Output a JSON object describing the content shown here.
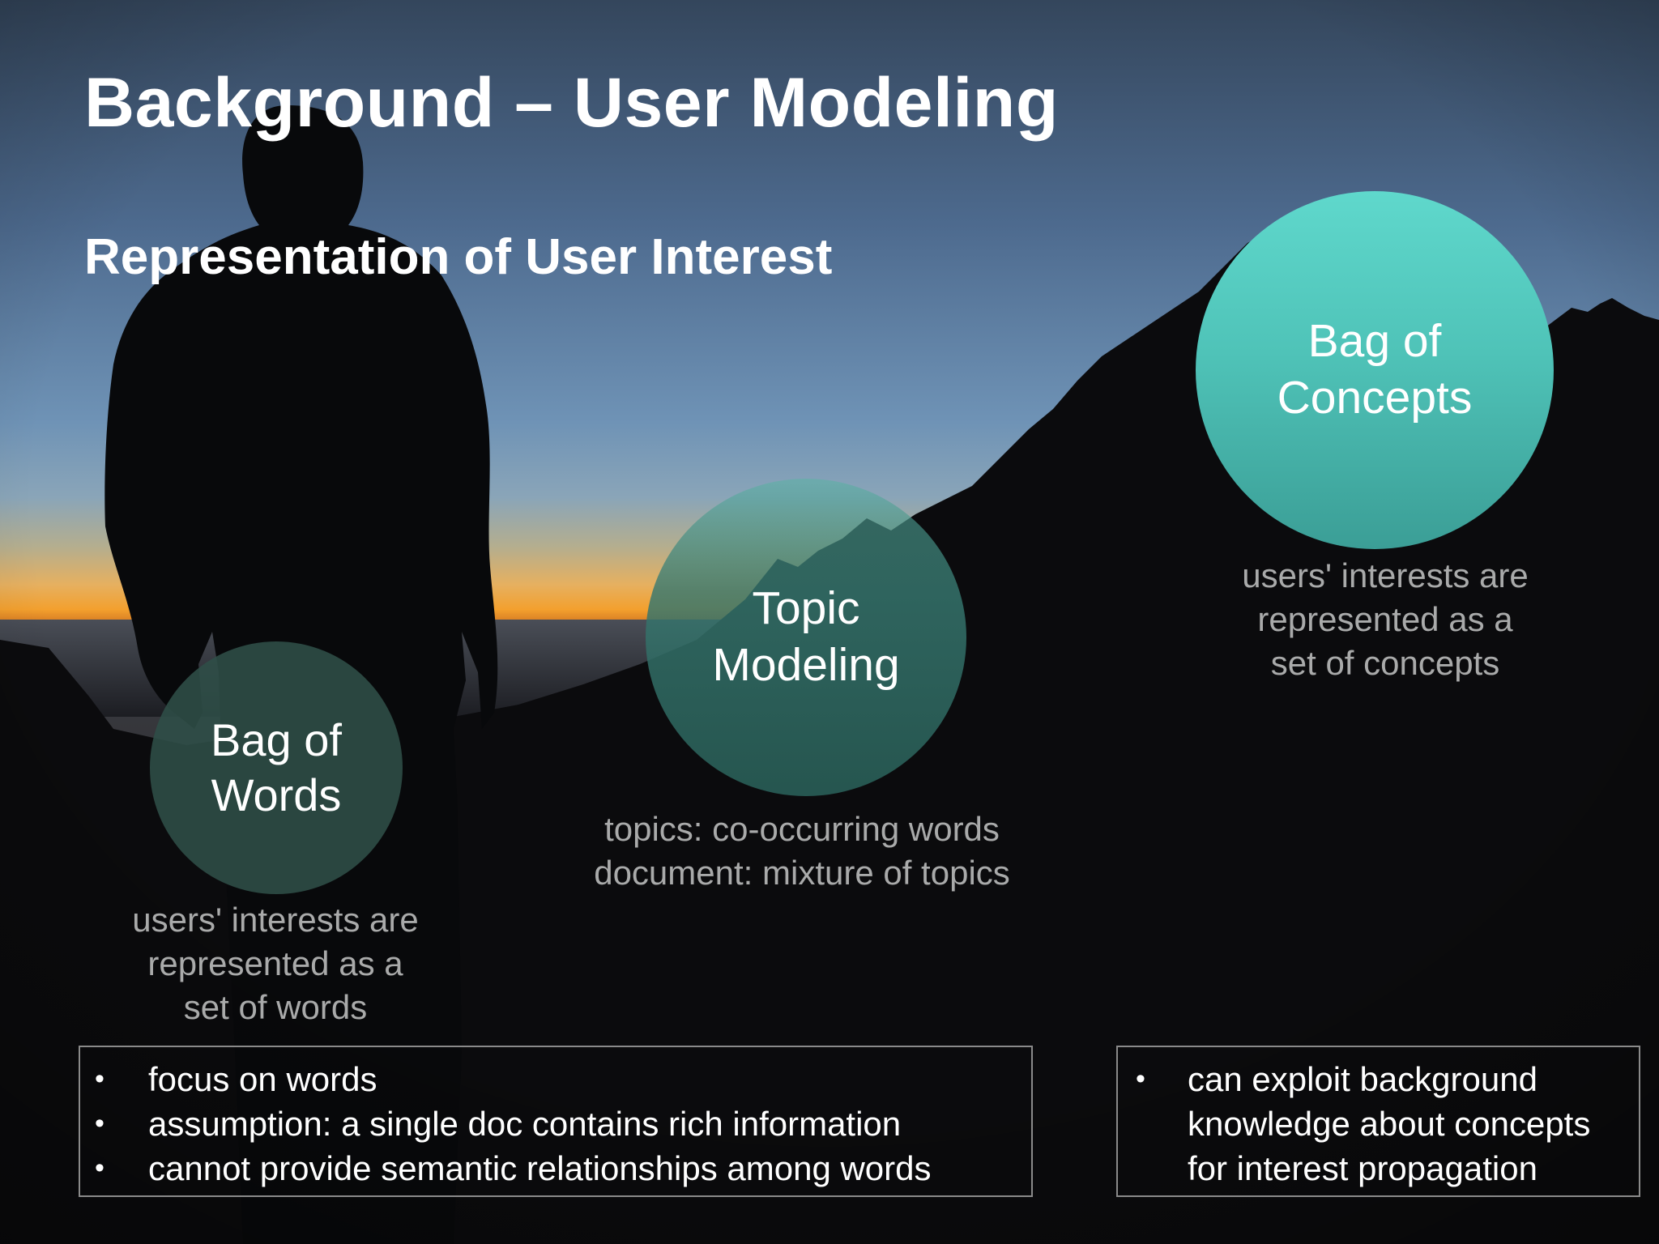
{
  "slide": {
    "title": "Background – User Modeling",
    "subtitle": "Representation of User Interest"
  },
  "circles": {
    "bag_of_words": {
      "line1": "Bag of",
      "line2": "Words"
    },
    "topic_modeling": {
      "line1": "Topic",
      "line2": "Modeling"
    },
    "bag_of_concepts": {
      "line1": "Bag of",
      "line2": "Concepts"
    }
  },
  "captions": {
    "bag_of_words": [
      "users' interests are",
      "represented as a",
      "set of words"
    ],
    "topic_modeling": [
      "topics: co-occurring words",
      "document: mixture of topics"
    ],
    "bag_of_concepts": [
      "users' interests are",
      "represented as a",
      "set of concepts"
    ]
  },
  "left_box": {
    "items": [
      "focus on words",
      "assumption: a single doc contains rich information",
      "cannot provide semantic relationships among words"
    ]
  },
  "right_box": {
    "lines": [
      "can exploit background",
      "knowledge about concepts",
      "for interest propagation"
    ]
  },
  "colors": {
    "concept_circle": "#4fc3b8",
    "topic_circle": "#2f6f68",
    "words_circle": "#2f4e48",
    "caption_gray": "#a9aaaa"
  }
}
